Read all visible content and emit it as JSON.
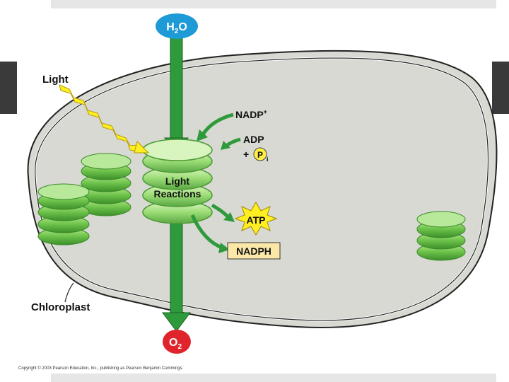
{
  "labels": {
    "light": "Light",
    "light_reactions_line1": "Light",
    "light_reactions_line2": "Reactions",
    "nadp": "NADP",
    "nadp_sup": "+",
    "adp": "ADP",
    "plus": "+",
    "p": "P",
    "i": "i",
    "atp": "ATP",
    "nadph": "NADPH",
    "chloroplast": "Chloroplast",
    "h2o_h": "H",
    "h2o_sub": "2",
    "h2o_o": "O",
    "o2_o": "O",
    "o2_sub": "2"
  },
  "copyright": "Copyright © 2003 Pearson Education, Inc., publishing as Pearson Benjamin Cummings.",
  "colors": {
    "water_badge": "#1e9ad6",
    "oxygen_badge": "#e0242b",
    "arrow_green": "#2e9a3c",
    "stroma": "#d7d9d2",
    "membrane_outline": "#222222",
    "grana_green": "#6cc24a",
    "bolt_yellow": "#ffee22",
    "nadph_box": "#fbe7a8"
  }
}
